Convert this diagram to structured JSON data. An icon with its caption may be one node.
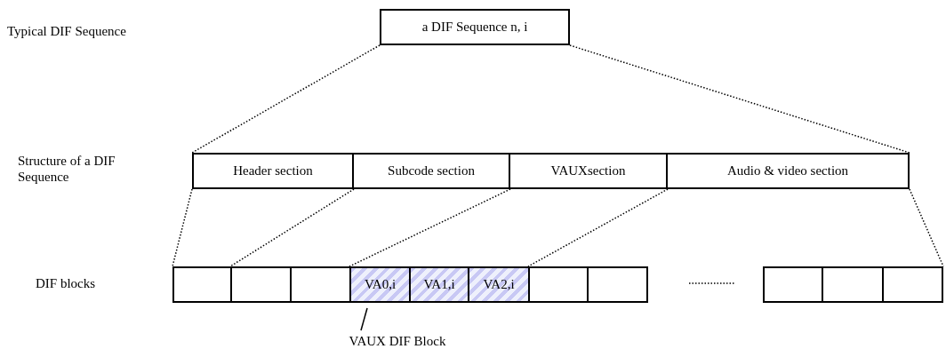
{
  "diagram": {
    "nodes": [
      {
        "text": [
          "a DIF Sequence n, i"
        ]
      },
      {
        "text": [
          "Header section"
        ]
      },
      {
        "text": [
          "Subcode section"
        ]
      },
      {
        "text": [
          "VAUXsection"
        ]
      },
      {
        "text": [
          "Audio & video section"
        ]
      },
      {
        "text": [],
        "shape": "box"
      },
      {
        "text": [],
        "shape": "box"
      },
      {
        "text": [],
        "shape": "box"
      },
      {
        "text": [
          "VA0,i"
        ]
      },
      {
        "text": [
          "VA1,i"
        ]
      },
      {
        "text": [
          "VA2,i"
        ]
      },
      {
        "text": [],
        "shape": "box"
      },
      {
        "text": [],
        "shape": "box"
      },
      {
        "text": [],
        "shape": "box"
      },
      {
        "text": [],
        "shape": "box"
      },
      {
        "text": [],
        "shape": "box"
      },
      {
        "text": [
          "VAUX DIF Block"
        ]
      }
    ],
    "edges": [
      {
        "from": 0,
        "to": 1,
        "arrow": "none",
        "style": "dashed"
      },
      {
        "from": 0,
        "to": 4,
        "arrow": "none",
        "style": "dashed"
      },
      {
        "from": 1,
        "to": 5,
        "arrow": "none",
        "style": "dashed"
      },
      {
        "from": 1,
        "to": 6,
        "arrow": "none",
        "style": "dashed"
      },
      {
        "from": 2,
        "to": 8,
        "arrow": "none",
        "style": "dashed"
      },
      {
        "from": 3,
        "to": 11,
        "arrow": "none",
        "style": "dashed"
      },
      {
        "from": 4,
        "to": 15,
        "arrow": "none",
        "style": "dashed"
      },
      {
        "from": 16,
        "to": 8,
        "arrow": "none"
      }
    ],
    "labels": [
      "Typical DIF Sequence",
      "Structure of a DIF Sequence",
      "DIF blocks"
    ]
  }
}
